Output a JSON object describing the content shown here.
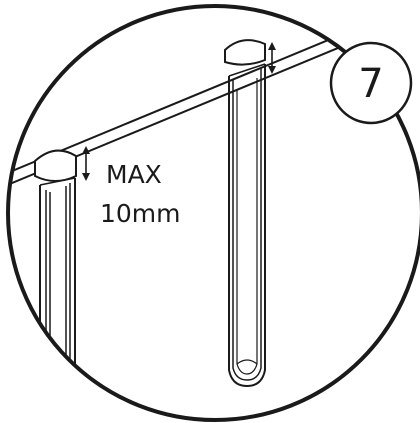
{
  "step": {
    "number": "7"
  },
  "annotation": {
    "line1": "MAX",
    "line2": "10mm"
  },
  "colors": {
    "stroke": "#1a1a1a",
    "background": "#ffffff"
  }
}
